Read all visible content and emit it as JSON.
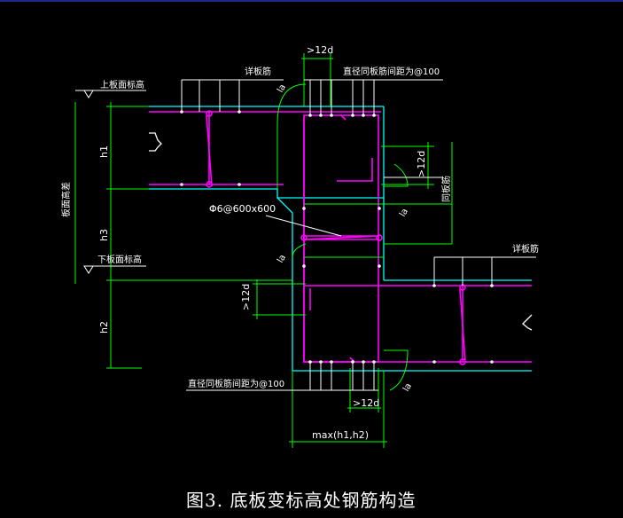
{
  "title": "图3.  底板变标高处钢筋构造",
  "labels": {
    "upper_slab_elev": "上板面标高",
    "lower_slab_elev": "下板面标高",
    "slab_height_diff": "板面高差",
    "h1": "h1",
    "h3": "h3",
    "h2": "h2",
    "per_slab_rebar_top": "详板筋",
    "per_slab_rebar_right": "详板筋",
    "dia_top": "直径同板筋间距为@100",
    "dia_bottom": "直径同板筋间距为@100",
    "same_slab_rebar": "同板筋",
    "stirrup": "Φ6@600x600",
    "gt12d_top": ">12d",
    "gt12d_right": ">12d",
    "gt12d_left": ">12d",
    "gt12d_bottom": ">12d",
    "la": "la",
    "max_dim": "max(h1,h2)"
  },
  "colors": {
    "background": "#000000",
    "concrete_outline": "#00ffff",
    "rebar": "#ff00ff",
    "dimension": "#00ff00",
    "text": "#ffffff",
    "border": "#1c2a8a"
  }
}
